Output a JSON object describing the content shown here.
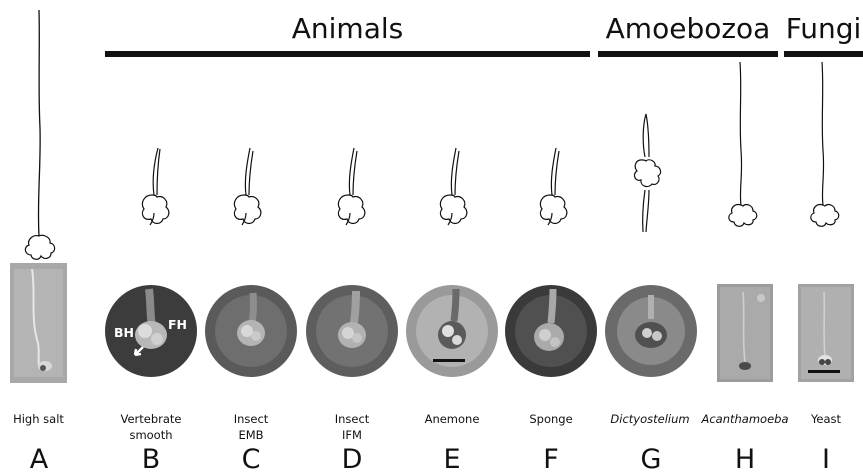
{
  "groups": [
    {
      "name": "Animals"
    },
    {
      "name": "Amoebozoa"
    },
    {
      "name": "Fungi"
    }
  ],
  "panels": [
    {
      "letter": "A",
      "caption": [
        "High salt"
      ],
      "italic": false
    },
    {
      "letter": "B",
      "caption": [
        "Vertebrate",
        "smooth"
      ],
      "italic": false
    },
    {
      "letter": "C",
      "caption": [
        "Insect",
        "EMB"
      ],
      "italic": false
    },
    {
      "letter": "D",
      "caption": [
        "Insect",
        "IFM"
      ],
      "italic": false
    },
    {
      "letter": "E",
      "caption": [
        "Anemone"
      ],
      "italic": false
    },
    {
      "letter": "F",
      "caption": [
        "Sponge"
      ],
      "italic": false
    },
    {
      "letter": "G",
      "caption": [
        "Dictyostelium"
      ],
      "italic": true
    },
    {
      "letter": "H",
      "caption": [
        "Acanthamoeba"
      ],
      "italic": true
    },
    {
      "letter": "I",
      "caption": [
        "Yeast"
      ],
      "italic": false
    }
  ],
  "annotations": {
    "bh": "BH",
    "fh": "FH"
  },
  "colors": {
    "ink": "#111111",
    "em_bg_dark": "#3a3a3a",
    "em_bg_mid": "#6e6e6e",
    "em_bg_light": "#b0b0b0"
  }
}
